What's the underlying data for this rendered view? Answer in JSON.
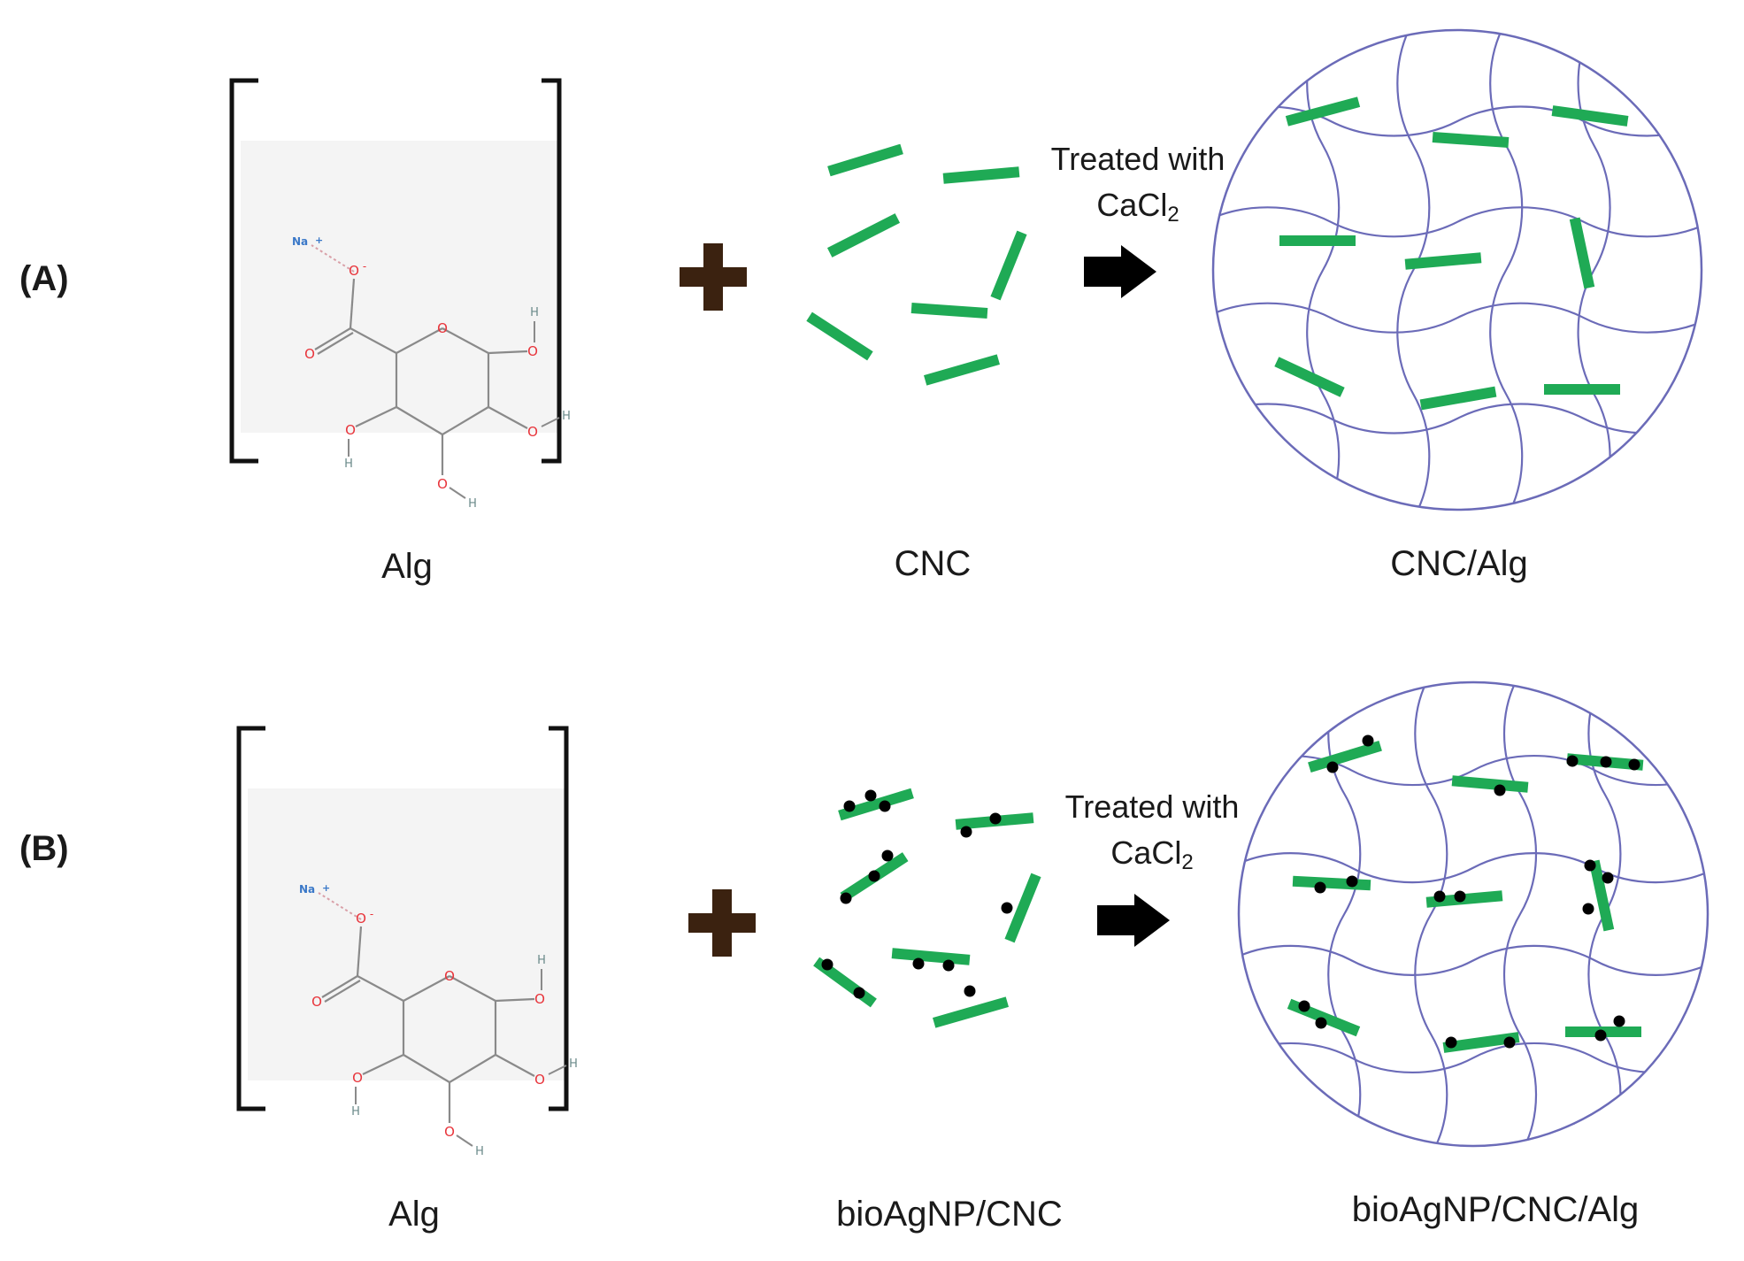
{
  "panels": [
    {
      "panel_label": "(A)",
      "reactant_label": "Alg",
      "filler_label": "CNC",
      "treatment_line1": "Treated with",
      "treatment_line2_main": "CaCl",
      "treatment_line2_sub": "2",
      "product_label": "CNC/Alg",
      "has_nanoparticles": false
    },
    {
      "panel_label": "(B)",
      "reactant_label": "Alg",
      "filler_label": "bioAgNP/CNC",
      "treatment_line1": "Treated with",
      "treatment_line2_main": "CaCl",
      "treatment_line2_sub": "2",
      "product_label": "bioAgNP/CNC/Alg",
      "has_nanoparticles": true
    }
  ],
  "molecule": {
    "na": "Na",
    "na_charge": "+",
    "o_minus": "O",
    "minus": "-",
    "o": "O",
    "h": "H"
  },
  "colors": {
    "rod_green": "#1faa55",
    "network_blue": "#6b6bb8",
    "oxygen_red": "#e8333a",
    "sodium_blue": "#3a78c8",
    "hydrogen_gray": "#6a8a8a",
    "plus_brown": "#3b2210",
    "arrow_black": "#000000",
    "molecule_box_bg": "#f4f4f4"
  }
}
